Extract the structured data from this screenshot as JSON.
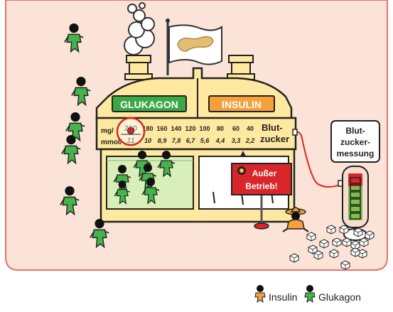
{
  "colors": {
    "background_panel": "#fbe3d7",
    "panel_border": "#e6736b",
    "factory": "#ffe9a0",
    "factory_outline": "#222222",
    "glukagon_sign": "#3aa845",
    "insulin_sign": "#f5a03a",
    "window": "#d9efb9",
    "figure_green": "#43b54a",
    "meter_red": "#d9262b",
    "meter_green": "#7cbf4a"
  },
  "factory": {
    "glukagon_label": "GLUKAGON",
    "insulin_label": "INSULIN"
  },
  "scale": {
    "mg_unit": "mg/",
    "mmol_unit": "mmol/",
    "mg_values": [
      "200",
      "180",
      "160",
      "140",
      "120",
      "100",
      "80",
      "60",
      "40"
    ],
    "mmol_values": [
      "11",
      "10",
      "8,9",
      "7,8",
      "6,7",
      "5,6",
      "4,4",
      "3,3",
      "2,2"
    ],
    "title_line1": "Blut-",
    "title_line2": "zucker",
    "current_mg": "200",
    "current_mmol": "11"
  },
  "out_of_service_sign": {
    "line1": "Außer",
    "line2": "Betrieb!"
  },
  "meter": {
    "line1": "Blut-",
    "line2": "zucker-",
    "line3": "messung",
    "level_fraction": 0.95
  },
  "legend": {
    "insulin": "Insulin",
    "glukagon": "Glukagon"
  },
  "icons": {
    "flag": "pancreas-flag-icon",
    "smoke": "smoke-cloud-icon",
    "figure": "person-figure-icon",
    "sugar_cube": "sugar-cube-icon",
    "alarm": "alarm-light-icon"
  }
}
